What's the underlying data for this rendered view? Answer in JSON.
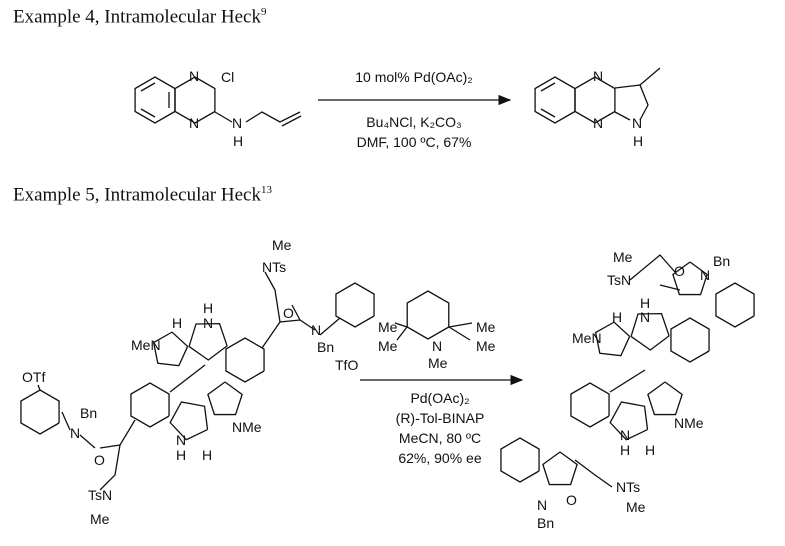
{
  "example4": {
    "title": "Example 4, Intramolecular Heck",
    "ref": "9",
    "conditions_above": "10 mol% Pd(OAc)₂",
    "conditions_below": [
      "Bu₄NCl, K₂CO₃",
      "DMF, 100 ºC, 67%"
    ],
    "sm_labels": {
      "n_top": "N",
      "n_bottom": "N",
      "cl": "Cl",
      "nh_n": "N",
      "nh_h": "H"
    },
    "product_labels": {
      "n_top": "N",
      "n_bottom": "N",
      "nh_n": "N",
      "nh_h": "H"
    }
  },
  "example5": {
    "title": "Example 5, Intramolecular Heck",
    "ref": "13",
    "reagent_labels": {
      "me1": "Me",
      "me2": "Me",
      "me3": "Me",
      "me4": "Me",
      "n": "N",
      "nme": "Me"
    },
    "conditions_below": [
      "Pd(OAc)₂",
      "(R)-Tol-BINAP",
      "MeCN, 80 ºC",
      "62%, 90% ee"
    ],
    "sm_labels": {
      "me_top": "Me",
      "nts_top": "NTs",
      "o_top": "O",
      "n_amide_top": "N",
      "bn_top": "Bn",
      "tfo": "TfO",
      "men": "MeN",
      "h1": "H",
      "nh1_n": "N",
      "nh1_h": "H",
      "otf": "OTf",
      "bn_bot": "Bn",
      "n_amide_bot": "N",
      "o_bot": "O",
      "nts_bot": "TsN",
      "me_bot": "Me",
      "nh2_n": "N",
      "nh2_h": "H",
      "h2": "H",
      "nme2": "NMe"
    },
    "product_labels": {
      "me_top": "Me",
      "tsn_top": "TsN",
      "o_top": "O",
      "n_top": "N",
      "bn_top": "Bn",
      "men": "MeN",
      "h1": "H",
      "nh1_n": "N",
      "nh1_h": "H",
      "nh2_n": "N",
      "nh2_h": "H",
      "h2": "H",
      "nme2": "NMe",
      "n_bot": "N",
      "bn_bot": "Bn",
      "o_bot": "O",
      "nts_bot": "NTs",
      "me_bot": "Me"
    }
  }
}
